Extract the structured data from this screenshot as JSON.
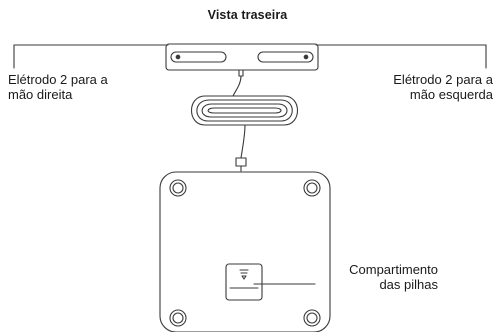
{
  "diagram": {
    "title": "Vista traseira",
    "electrode_right": {
      "line1": "Elétrodo 2 para a",
      "line2": "mão direita"
    },
    "electrode_left": {
      "line1": "Elétrodo 2 para a",
      "line2": "mão esquerda"
    },
    "battery": {
      "line1": "Compartimento",
      "line2": "das pilhas"
    },
    "colors": {
      "line": "#3a3a3a",
      "background": "#ffffff"
    }
  }
}
